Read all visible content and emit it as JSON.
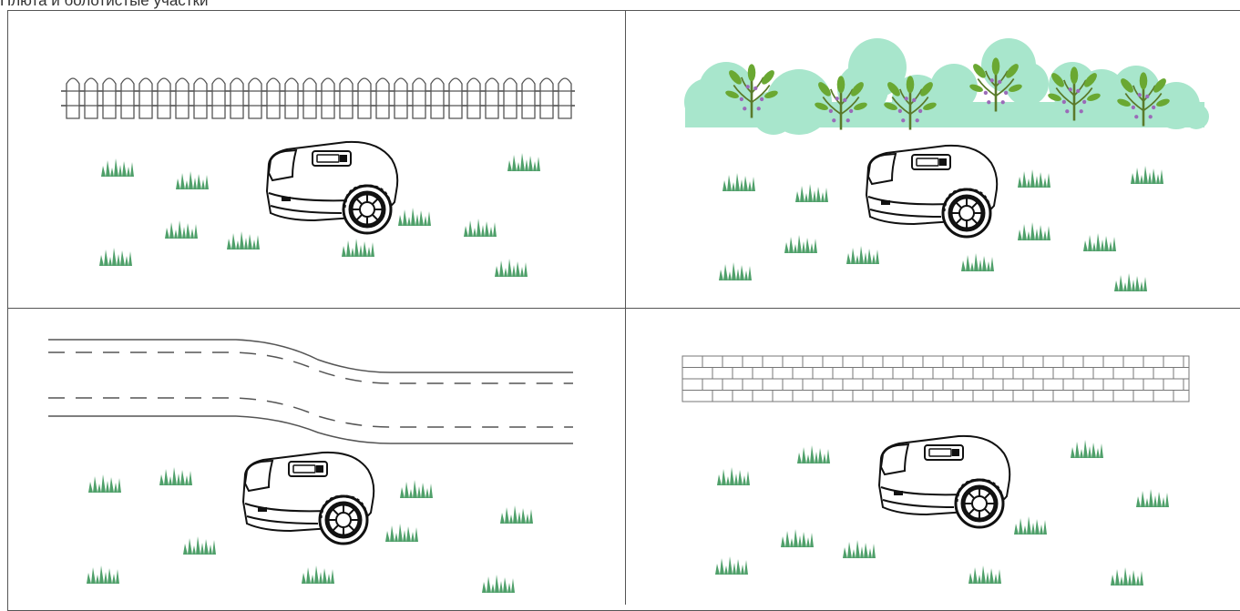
{
  "caption": "Плюта и болотистые участки",
  "colors": {
    "grass": "#4fa06a",
    "bush": "#a8e6cc",
    "plant_leaf": "#6aa832",
    "plant_stem": "#5a7a2a",
    "plant_berry": "#9a6ab8",
    "line": "#555555"
  },
  "panels": [
    {
      "id": "fence",
      "obstacle": "fence-icon"
    },
    {
      "id": "shrubs",
      "obstacle": "shrub-icon"
    },
    {
      "id": "road",
      "obstacle": "road-icon"
    },
    {
      "id": "brick-wall",
      "obstacle": "brick-wall-icon"
    }
  ]
}
